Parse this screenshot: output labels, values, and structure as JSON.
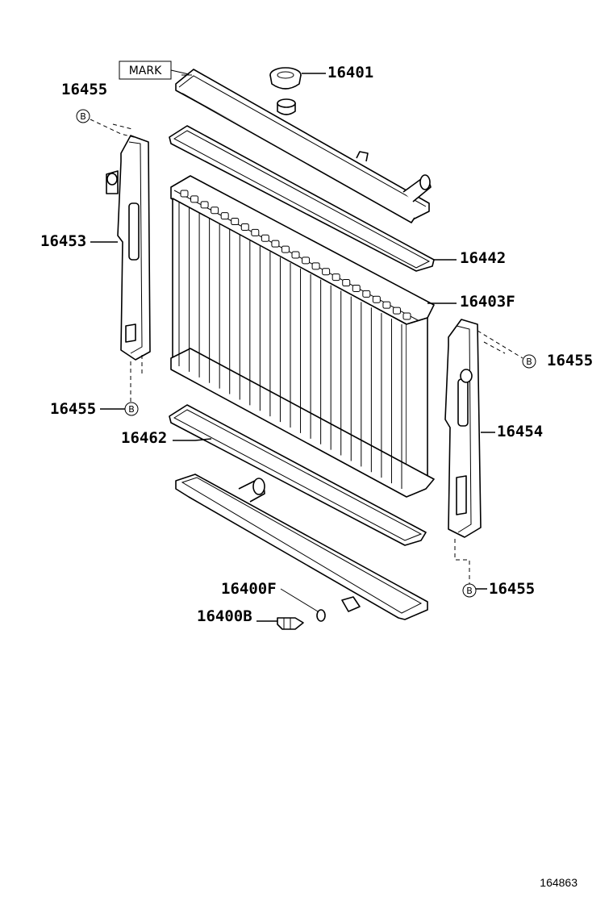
{
  "mark_label": "MARK",
  "callouts": {
    "cap": "16401",
    "clip_top_left": "16455",
    "support_left": "16453",
    "gasket_upper": "16442",
    "core": "16403F",
    "clip_right": "16455",
    "clip_bottom_left": "16455",
    "gasket_lower": "16462",
    "support_right": "16454",
    "clip_bottom_right": "16455",
    "drain_oring": "16400F",
    "drain_cock": "16400B"
  },
  "clip_symbol": "B",
  "figure_id": "164863"
}
